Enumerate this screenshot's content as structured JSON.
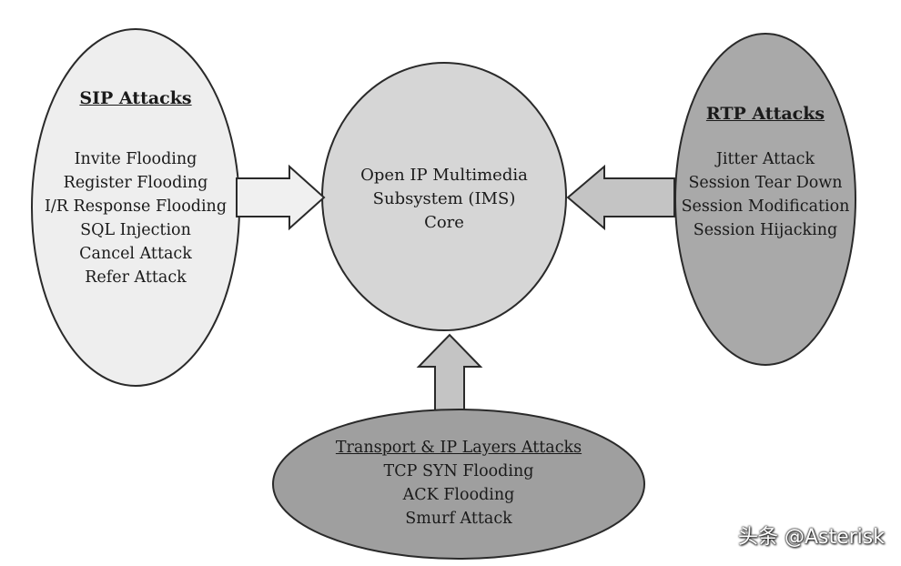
{
  "core": {
    "lines": [
      "Open IP Multimedia",
      "Subsystem (IMS)",
      "Core"
    ]
  },
  "sip": {
    "title": "SIP Attacks",
    "items": [
      "Invite Flooding",
      "Register Flooding",
      "I/R Response Flooding",
      "SQL Injection",
      "Cancel Attack",
      "Refer Attack"
    ]
  },
  "rtp": {
    "title": "RTP Attacks",
    "items": [
      "Jitter Attack",
      "Session Tear Down",
      "Session Modification",
      "Session Hijacking"
    ]
  },
  "transport": {
    "title": "Transport & IP Layers Attacks",
    "items": [
      "TCP SYN Flooding",
      "ACK Flooding",
      "Smurf Attack"
    ]
  },
  "watermark": "头条 @Asterisk",
  "colors": {
    "sip_fill": "#eeeeee",
    "core_fill": "#d6d6d6",
    "rtp_fill": "#a9a9a9",
    "transport_fill": "#9f9f9f",
    "arrow_light": "#f0f0f0",
    "arrow_mid": "#c4c4c4",
    "stroke": "#2a2a2a"
  }
}
